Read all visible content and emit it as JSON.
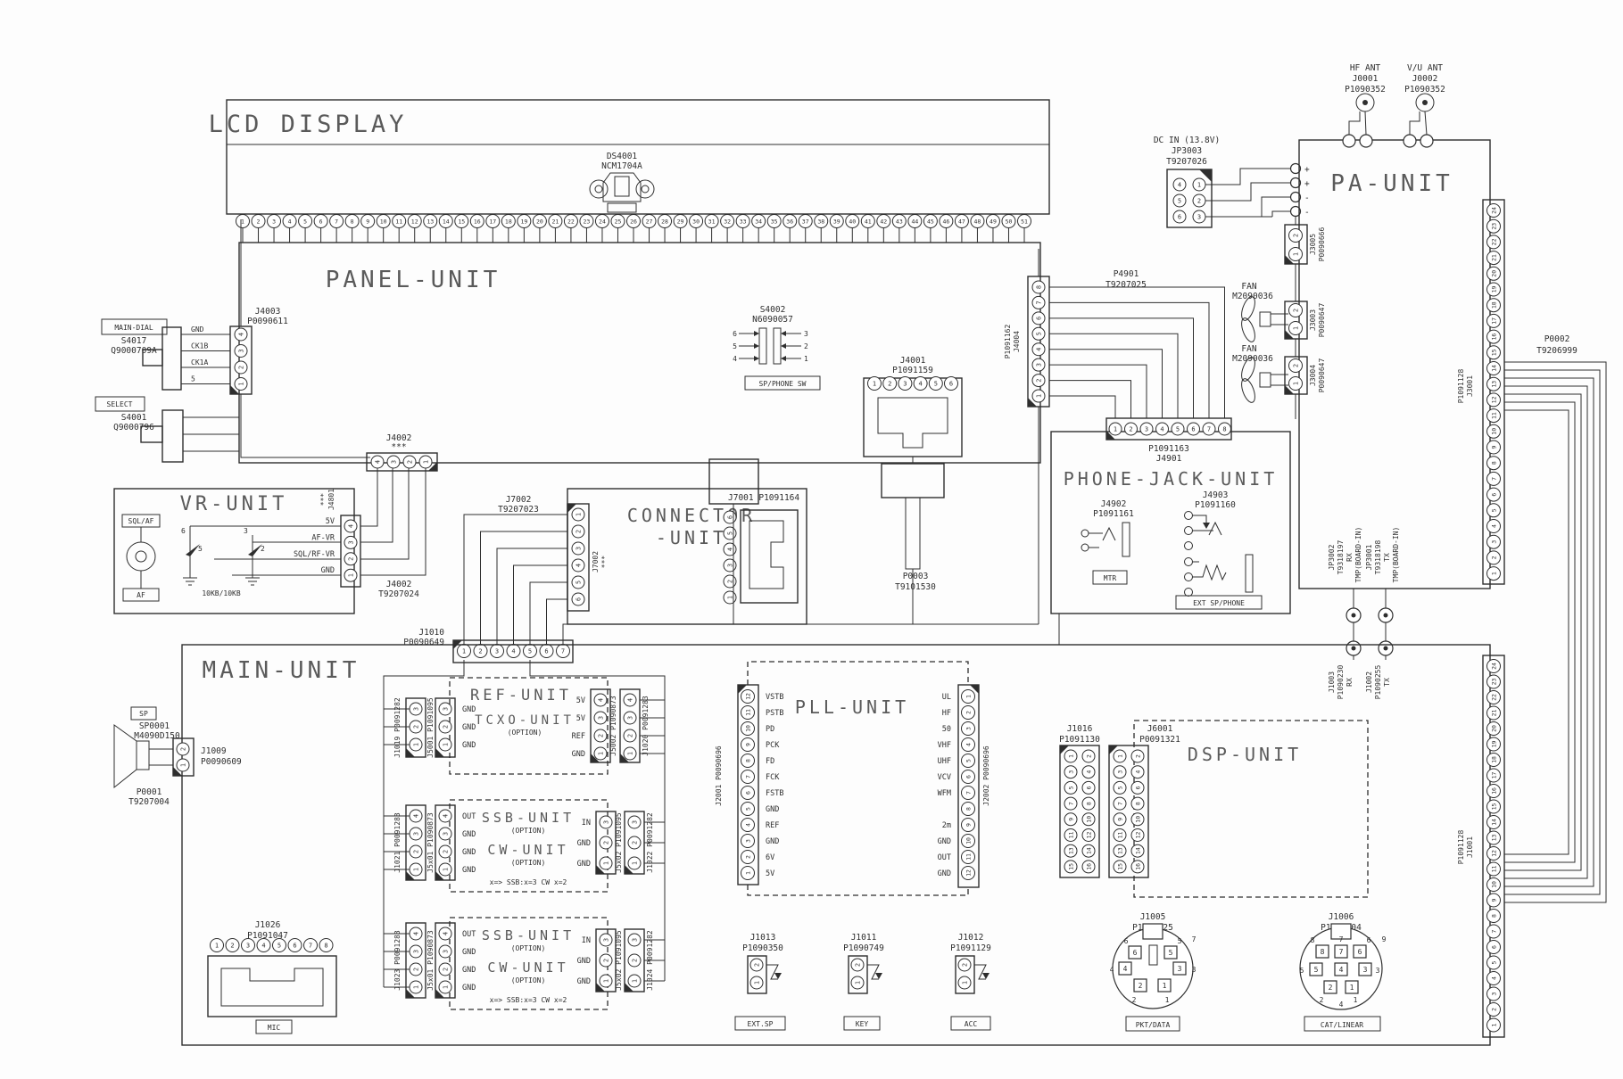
{
  "lcd": {
    "title": "LCD DISPLAY",
    "device": {
      "ref": "DS4001",
      "part": "NCM1704A"
    },
    "pins": {
      "from": 1,
      "to": 51
    }
  },
  "panel": {
    "title": "PANEL-UNIT",
    "j4003": {
      "ref": "J4003",
      "part": "P0090611",
      "pins": [
        {
          "n": 4,
          "label": "GND"
        },
        {
          "n": 3,
          "label": "CK1B"
        },
        {
          "n": 2,
          "label": "CK1A"
        },
        {
          "n": 1,
          "label": "5"
        }
      ]
    },
    "main_dial": {
      "label": "MAIN-DIAL",
      "ref": "S4017",
      "part": "Q9000709A"
    },
    "select": {
      "label": "SELECT",
      "ref": "S4001",
      "part": "Q9000796"
    },
    "sp_phone_sw": {
      "ref": "S4002",
      "part": "N6090057",
      "label": "SP/PHONE SW",
      "pins_left": [
        6,
        5,
        4
      ],
      "pins_right": [
        3,
        2,
        1
      ]
    },
    "j4001": {
      "ref": "J4001",
      "part": "P1091159",
      "pins": [
        1,
        2,
        3,
        4,
        5,
        6
      ]
    },
    "j4004": {
      "ref": "J4004",
      "part": "P1091162",
      "pins": {
        "from": 8,
        "to": 1
      }
    },
    "j4002": {
      "ref": "J4002",
      "part": "***",
      "pins": [
        4,
        3,
        2,
        1
      ]
    },
    "j4002_cable": {
      "ref": "J4002",
      "part": "T9207024"
    }
  },
  "vr": {
    "title": "VR-UNIT",
    "sql_af_label": "SQL/AF",
    "af_label": "AF",
    "pot_value": "10KB/10KB",
    "pot_pins": [
      "6",
      "5",
      "3",
      "2"
    ],
    "j4801": {
      "ref": "J4801",
      "part": "***",
      "pins": [
        {
          "n": 4,
          "label": "5V"
        },
        {
          "n": 3,
          "label": "AF-VR"
        },
        {
          "n": 2,
          "label": "SQL/RF-VR"
        },
        {
          "n": 1,
          "label": "GND"
        }
      ]
    }
  },
  "connector_unit": {
    "title_1": "CONNECTOR",
    "title_2": "-UNIT",
    "j7002_cable": {
      "ref": "J7002",
      "part": "T9207023"
    },
    "j7002": {
      "ref": "J7002",
      "part": "***",
      "pins": [
        1,
        2,
        3,
        4,
        5,
        6
      ]
    },
    "j7001": {
      "ref": "J7001",
      "part": "P1091164",
      "pins": [
        6,
        5,
        4,
        3,
        2,
        1
      ]
    }
  },
  "j1010": {
    "ref": "J1010",
    "part": "P0090649",
    "pins": [
      1,
      2,
      3,
      4,
      5,
      6,
      7
    ]
  },
  "p0003": {
    "ref": "P0003",
    "part": "T9101530"
  },
  "phone_jack": {
    "title": "PHONE-JACK-UNIT",
    "p4901": {
      "ref": "P4901",
      "part": "T9207025"
    },
    "j4901": {
      "part": "P1091163",
      "ref": "J4901",
      "pins": [
        1,
        2,
        3,
        4,
        5,
        6,
        7,
        8
      ]
    },
    "j4902": {
      "ref": "J4902",
      "part": "P1091161"
    },
    "j4903": {
      "ref": "J4903",
      "part": "P1091160"
    },
    "mtr_label": "MTR",
    "ext_label": "EXT SP/PHONE"
  },
  "dc_in": {
    "title": "DC IN (13.8V)",
    "ref": "JP3003",
    "part": "T9207026",
    "pins_left": [
      4,
      5,
      6
    ],
    "pins_right": [
      1,
      2,
      3
    ],
    "terminals": [
      "+",
      "+",
      "-",
      "-"
    ]
  },
  "pa": {
    "title": "PA-UNIT",
    "j3005": {
      "ref": "J3005",
      "part": "P0090666",
      "pins": [
        2,
        1
      ]
    },
    "fan1": {
      "label": "FAN",
      "part": "M2090036",
      "conn": {
        "ref": "J3003",
        "part": "P0090647",
        "pins": [
          2,
          1
        ]
      }
    },
    "fan2": {
      "label": "FAN",
      "part": "M2090036",
      "conn": {
        "ref": "J3004",
        "part": "P0090647",
        "pins": [
          2,
          1
        ]
      }
    },
    "hf_ant": {
      "label": "HF ANT",
      "ref": "J0001",
      "part": "P1090352"
    },
    "vu_ant": {
      "label": "V/U ANT",
      "ref": "J0002",
      "part": "P1090352"
    },
    "j3001": {
      "ref": "J3001",
      "part": "P1091128",
      "pins": {
        "from": 24,
        "to": 1
      }
    }
  },
  "p0002": {
    "ref": "P0002",
    "part": "T9206999"
  },
  "coax": {
    "jp3002": {
      "ref": "JP3002",
      "part": "T9318197",
      "dir": "RX",
      "note": "TMP(BOARD-IN)"
    },
    "jp3001": {
      "ref": "JP3001",
      "part": "T9318198",
      "dir": "TX",
      "note": "TMP(BOARD-IN)"
    },
    "j1003": {
      "ref": "J1003",
      "part": "P1090230",
      "dir": "RX"
    },
    "j1002": {
      "ref": "J1002",
      "part": "P1090255",
      "dir": "TX"
    }
  },
  "main": {
    "title": "MAIN-UNIT",
    "sp": {
      "label": "SP",
      "ref": "SP0001",
      "part": "M4090D150"
    },
    "p0001": {
      "ref": "P0001",
      "part": "T9207004"
    },
    "j1009": {
      "ref": "J1009",
      "part": "P0090609",
      "pins": [
        2,
        1
      ]
    },
    "j1026": {
      "ref": "J1026",
      "part": "P1091047",
      "label": "MIC",
      "pins": [
        1,
        2,
        3,
        4,
        5,
        6,
        7,
        8
      ]
    },
    "ref_unit": {
      "title": "REF-UNIT",
      "sub": "TCXO-UNIT",
      "opt": "(OPTION)",
      "j1019": {
        "ref": "J1019",
        "part": "P0091282",
        "pins": [
          3,
          2,
          1
        ]
      },
      "j5001": {
        "ref": "J5001",
        "part": "P1091095",
        "pins": [
          {
            "n": 3,
            "label": "GND"
          },
          {
            "n": 2,
            "label": "GND"
          },
          {
            "n": 1,
            "label": "GND"
          }
        ]
      },
      "j5002": {
        "ref": "J5002",
        "part": "P1090873",
        "pins": [
          {
            "n": 4,
            "label": "5V"
          },
          {
            "n": 3,
            "label": "5V"
          },
          {
            "n": 2,
            "label": "REF"
          },
          {
            "n": 1,
            "label": "GND"
          }
        ]
      },
      "j1020": {
        "ref": "J1020",
        "part": "P0091283",
        "pins": [
          4,
          3,
          2,
          1
        ]
      }
    },
    "ssb1": {
      "title": "SSB-UNIT",
      "opt1": "(OPTION)",
      "title2": "CW-UNIT",
      "opt2": "(OPTION)",
      "note": "x=> SSB:x=3 CW x=2",
      "j1021": {
        "ref": "J1021",
        "part": "P0091283",
        "pins": [
          4,
          3,
          2,
          1
        ]
      },
      "j5x01": {
        "ref": "J5x01",
        "part": "P1090873",
        "pins": [
          {
            "n": 4,
            "label": "OUT"
          },
          {
            "n": 3,
            "label": "GND"
          },
          {
            "n": 2,
            "label": "GND"
          },
          {
            "n": 1,
            "label": "GND"
          }
        ]
      },
      "j5x02": {
        "ref": "J5x02",
        "part": "P1091095",
        "pins": [
          {
            "n": 3,
            "label": "IN"
          },
          {
            "n": 2,
            "label": "GND"
          },
          {
            "n": 1,
            "label": "GND"
          }
        ]
      },
      "j1022": {
        "ref": "J1022",
        "part": "P0091282",
        "pins": [
          3,
          2,
          1
        ]
      }
    },
    "ssb2": {
      "title": "SSB-UNIT",
      "opt1": "(OPTION)",
      "title2": "CW-UNIT",
      "opt2": "(OPTION)",
      "note": "x=> SSB:x=3 CW x=2",
      "j1023": {
        "ref": "J1023",
        "part": "P0091283",
        "pins": [
          4,
          3,
          2,
          1
        ]
      },
      "j5x01": {
        "ref": "J5x01",
        "part": "P1090873",
        "pins": [
          {
            "n": 4,
            "label": "OUT"
          },
          {
            "n": 3,
            "label": "GND"
          },
          {
            "n": 2,
            "label": "GND"
          },
          {
            "n": 1,
            "label": "GND"
          }
        ]
      },
      "j5x02": {
        "ref": "J5x02",
        "part": "P1091095",
        "pins": [
          {
            "n": 3,
            "label": "IN"
          },
          {
            "n": 2,
            "label": "GND"
          },
          {
            "n": 1,
            "label": "GND"
          }
        ]
      },
      "j1024": {
        "ref": "J1024",
        "part": "P0091282",
        "pins": [
          3,
          2,
          1
        ]
      }
    },
    "pll": {
      "title": "PLL-UNIT",
      "j2001": {
        "ref": "J2001",
        "part": "P0090696",
        "pins": [
          {
            "n": 12,
            "label": "VSTB"
          },
          {
            "n": 11,
            "label": "PSTB"
          },
          {
            "n": 10,
            "label": "PD"
          },
          {
            "n": 9,
            "label": "PCK"
          },
          {
            "n": 8,
            "label": "FD"
          },
          {
            "n": 7,
            "label": "FCK"
          },
          {
            "n": 6,
            "label": "FSTB"
          },
          {
            "n": 5,
            "label": "GND"
          },
          {
            "n": 4,
            "label": "REF"
          },
          {
            "n": 3,
            "label": "GND"
          },
          {
            "n": 2,
            "label": "6V"
          },
          {
            "n": 1,
            "label": "5V"
          }
        ]
      },
      "j2002": {
        "ref": "J2002",
        "part": "P0090696",
        "pins": [
          {
            "n": 1,
            "label": "UL"
          },
          {
            "n": 2,
            "label": "HF"
          },
          {
            "n": 3,
            "label": "50"
          },
          {
            "n": 4,
            "label": "VHF"
          },
          {
            "n": 5,
            "label": "UHF"
          },
          {
            "n": 6,
            "label": "VCV"
          },
          {
            "n": 7,
            "label": "WFM"
          },
          {
            "n": 8,
            "label": ""
          },
          {
            "n": 9,
            "label": "2m"
          },
          {
            "n": 10,
            "label": "GND"
          },
          {
            "n": 11,
            "label": "OUT"
          },
          {
            "n": 12,
            "label": "GND"
          }
        ]
      }
    },
    "dsp": {
      "title": "DSP-UNIT",
      "j1016": {
        "ref": "J1016",
        "part": "P1091130",
        "pins_a": [
          1,
          3,
          5,
          7,
          9,
          11,
          13,
          15
        ],
        "pins_b": [
          2,
          4,
          6,
          8,
          10,
          12,
          14,
          16
        ]
      },
      "j6001": {
        "ref": "J6001",
        "part": "P0091321",
        "pins_a": [
          1,
          3,
          5,
          7,
          9,
          11,
          13,
          15
        ],
        "pins_b": [
          2,
          4,
          6,
          8,
          10,
          12,
          14,
          16
        ]
      }
    },
    "j1013": {
      "ref": "J1013",
      "part": "P1090350",
      "label": "EXT.SP",
      "pins": [
        2,
        1
      ]
    },
    "j1011": {
      "ref": "J1011",
      "part": "P1090749",
      "label": "KEY",
      "pins": [
        2,
        1
      ]
    },
    "j1012": {
      "ref": "J1012",
      "part": "P1091129",
      "label": "ACC",
      "pins": [
        2,
        1
      ]
    },
    "j1005": {
      "ref": "J1005",
      "part": "P1090925",
      "label": "PKT/DATA",
      "pins": [
        "6",
        "5",
        "4",
        "3",
        "2",
        "1"
      ],
      "shield": "7"
    },
    "j1006": {
      "ref": "J1006",
      "part": "P1090804",
      "label": "CAT/LINEAR",
      "pins": [
        "8",
        "7",
        "6",
        "5",
        "4",
        "3",
        "2",
        "1"
      ],
      "shield": "9"
    },
    "j1001": {
      "ref": "J1001",
      "part": "P1091128",
      "pins": {
        "from": 24,
        "to": 1
      }
    }
  }
}
